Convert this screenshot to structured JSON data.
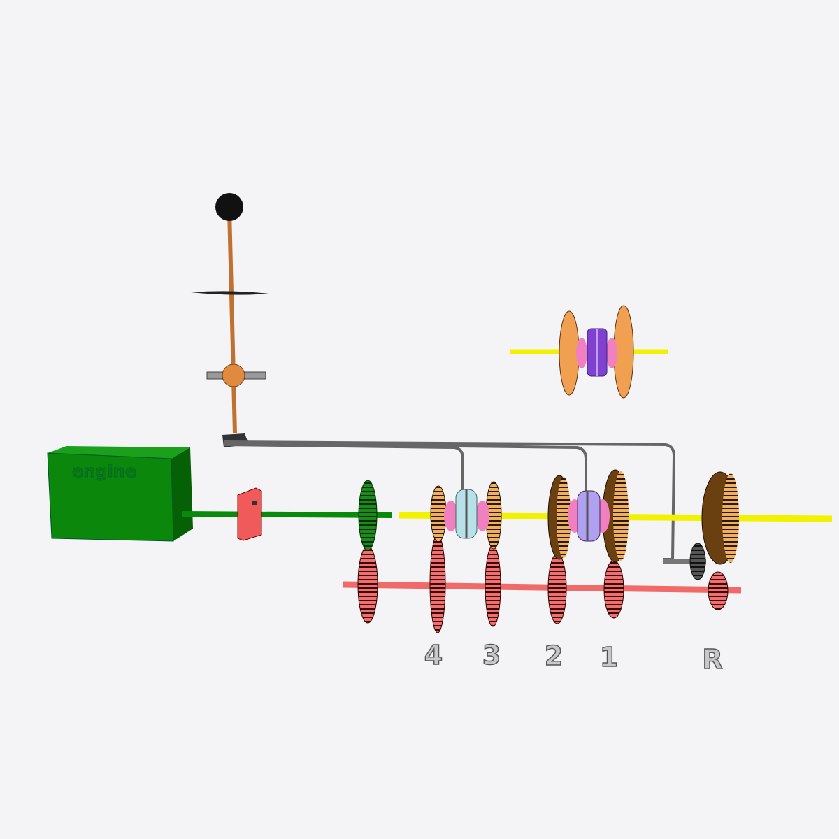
{
  "engine_label": "engine",
  "gear_labels": [
    "4",
    "3",
    "2",
    "1",
    "R"
  ],
  "colors": {
    "background": "#f4f4f6",
    "engine": "#0a8a0a",
    "input_shaft": "#0a8a0a",
    "clutch": "#f06060",
    "output_shaft": "#f2f200",
    "countershaft": "#f06a6a",
    "main_gears": "#e8a050",
    "counter_gears": "#d05050",
    "synchro_front": "#b8e0e8",
    "synchro_rear": "#b0a0f0",
    "hubs": "#f080c0",
    "shift_lever": "#d08040",
    "shift_rods": "#666666"
  }
}
